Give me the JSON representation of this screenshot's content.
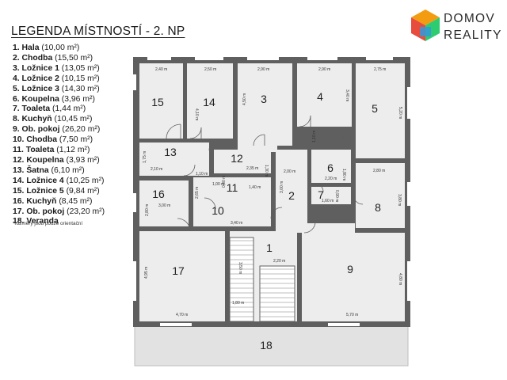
{
  "legend": {
    "title": "LEGENDA MÍSTNOSTÍ - 2. NP",
    "items": [
      {
        "num": "1. Hala",
        "area": " (10,00 m²)"
      },
      {
        "num": "2. Chodba",
        "area": " (15,50 m²)"
      },
      {
        "num": "3. Ložnice 1",
        "area": " (13,05 m²)"
      },
      {
        "num": "4. Ložnice 2",
        "area": " (10,15 m²)"
      },
      {
        "num": "5. Ložnice 3",
        "area": " (14,30 m²)"
      },
      {
        "num": "6. Koupelna",
        "area": " (3,96 m²)"
      },
      {
        "num": "7. Toaleta",
        "area": " (1,44 m²)"
      },
      {
        "num": "8. Kuchyň",
        "area": " (10,45 m²)"
      },
      {
        "num": "9. Ob. pokoj",
        "area": " (26,20 m²)"
      },
      {
        "num": "10. Chodba",
        "area": " (7,50 m²)"
      },
      {
        "num": "11. Toaleta",
        "area": " (1,12 m²)"
      },
      {
        "num": "12. Koupelna",
        "area": " (3,93 m²)"
      },
      {
        "num": "13. Šatna",
        "area": " (6,10 m²)"
      },
      {
        "num": "14. Ložnice 4",
        "area": " (10,25 m²)"
      },
      {
        "num": "15. Ložnice 5",
        "area": " (9,84 m²)"
      },
      {
        "num": "16. Kuchyň",
        "area": " (8,45 m²)"
      },
      {
        "num": "17. Ob. pokoj",
        "area": " (23,20 m²)"
      },
      {
        "num": "18. Veranda",
        "area": ""
      }
    ],
    "note": "*rozměry jsou pouze orientační"
  },
  "logo": {
    "line1": "DOMOV",
    "line2": "REALITY",
    "colors": [
      "#f39c12",
      "#e74c3c",
      "#2ecc71",
      "#3498db"
    ]
  },
  "colors": {
    "wall": "#5f5f5f",
    "floor": "#ededed",
    "veranda": "#e2e2e2"
  },
  "rooms": {
    "r1": "1",
    "r2": "2",
    "r3": "3",
    "r4": "4",
    "r5": "5",
    "r6": "6",
    "r7": "7",
    "r8": "8",
    "r9": "9",
    "r10": "10",
    "r11": "11",
    "r12": "12",
    "r13": "13",
    "r14": "14",
    "r15": "15",
    "r16": "16",
    "r17": "17",
    "r18": "18"
  },
  "dimensions": {
    "d15w": "2,40 m",
    "d14w": "2,50 m",
    "d3w": "2,90 m",
    "d4w": "2,90 m",
    "d5w": "2,75 m",
    "d14h": "4,10 m",
    "d3h": "4,50 m",
    "d4h": "3,40 m",
    "d5h": "5,20 m",
    "d13w": "2,10 m",
    "d13h": "1,75 m",
    "d13d": "1,10 m",
    "d12w": "2,35 m",
    "d12h": "1,30 m",
    "d2w": "2,00 m",
    "d2h": "3,00 m",
    "d6w": "2,20 m",
    "d6h": "1,80 m",
    "d4c": "1,10 m",
    "d8w": "2,80 m",
    "d8h": "3,80 m",
    "d7w": "1,60 m",
    "d7h": "0,90 m",
    "d11a": "1,00 m",
    "d11b": "1,40 m",
    "d11h": "0,80 m",
    "d10h": "2,65 m",
    "d10w": "3,40 m",
    "d16w": "3,00 m",
    "d16h": "2,80 m",
    "d1w": "2,20 m",
    "dstair": "1,80 m",
    "dst": "3,50 m",
    "d17h": "4,95 m",
    "d17w": "4,70 m",
    "d9w": "5,70 m",
    "d9h": "4,80 m"
  }
}
